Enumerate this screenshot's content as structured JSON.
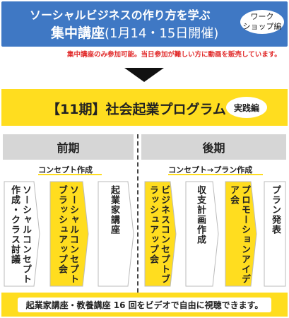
{
  "banner": {
    "line1": "ソーシャルビジネスの作り方を学ぶ",
    "line2_strong": "集中講座",
    "line2_rest": "(1月14・15日開催)",
    "badge": "ワーク\nショップ編"
  },
  "notice": "集中講座のみ参加可能。当日参加が難しい方に動画を販売しています。",
  "program": {
    "title": "【11期】社会起業プログラム",
    "badge": "実践編"
  },
  "phases": {
    "early": "前期",
    "late": "後期"
  },
  "labels": {
    "early": "コンセプト作成",
    "late": "コンセプト→プラン作成"
  },
  "steps": [
    {
      "text": "ソーシャルコンセプト作成・クラス討議",
      "style": "white"
    },
    {
      "text": "ソーシャルコンセプトブラッシュアップ会",
      "style": "yellow"
    },
    {
      "text": "起業家講座",
      "style": "white"
    },
    {
      "text": "ビジネスコンセプトブラッシュアップ会",
      "style": "yellow"
    },
    {
      "text": "収支計画作成",
      "style": "white"
    },
    {
      "text": "プロモーションアイデア会",
      "style": "yellow"
    },
    {
      "text": "プラン発表",
      "style": "white"
    }
  ],
  "footer": "起業家講座・教養講座 16 回をビデオで自由に視聴できます。",
  "colors": {
    "blue": "#3f78c4",
    "yellow": "#ffdd1f",
    "gray": "#d6d6d6",
    "red": "#e12a2a"
  }
}
